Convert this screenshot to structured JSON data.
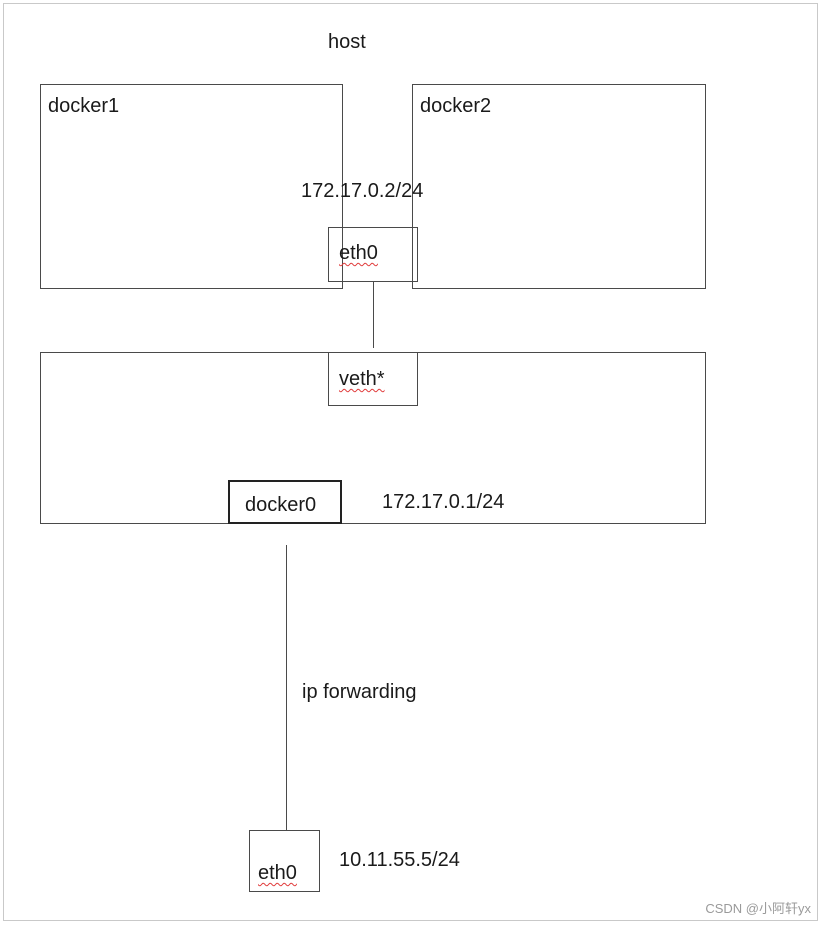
{
  "diagram": {
    "host_label": "host",
    "docker1": {
      "label": "docker1"
    },
    "docker2": {
      "label": "docker2"
    },
    "container_ip": "172.17.0.2/24",
    "container_eth0": "eth0",
    "veth_label": "veth*",
    "bridge_label": "docker0",
    "bridge_ip": "172.17.0.1/24",
    "forwarding_label": "ip forwarding",
    "host_eth0": "eth0",
    "host_ip": "10.11.55.5/24"
  },
  "watermark": "CSDN @小阿轩yx"
}
